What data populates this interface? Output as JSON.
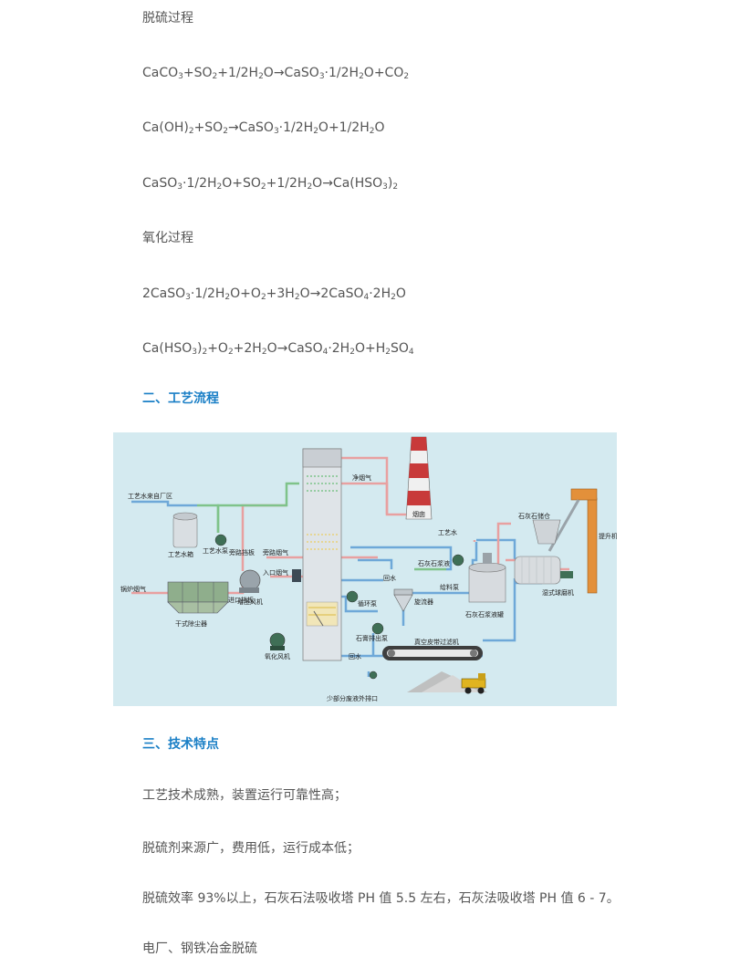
{
  "desulfurization": {
    "heading": "脱硫过程",
    "reactions": [
      [
        "CaCO",
        "3",
        "+SO",
        "2",
        "+1/2H",
        "2",
        "O→CaSO",
        "3",
        "·1/2H",
        "2",
        "O+CO",
        "2"
      ],
      [
        "Ca(OH)",
        "2",
        "+SO",
        "2",
        "→CaSO",
        "3",
        "·1/2H",
        "2",
        "O+1/2H",
        "2",
        "O"
      ],
      [
        "CaSO",
        "3",
        "·1/2H",
        "2",
        "O+SO",
        "2",
        "+1/2H",
        "2",
        "O→Ca(HSO",
        "3",
        ")",
        "2"
      ]
    ]
  },
  "oxidation": {
    "heading": "氧化过程",
    "reactions": [
      [
        "2CaSO",
        "3",
        "·1/2H",
        "2",
        "O+O",
        "2",
        "+3H",
        "2",
        "O→2CaSO",
        "4",
        "·2H",
        "2",
        "O"
      ],
      [
        "Ca(HSO",
        "3",
        ")",
        "2",
        "+O",
        "2",
        "+2H",
        "2",
        "O→CaSO",
        "4",
        "·2H",
        "2",
        "O+H",
        "2",
        "SO",
        "4"
      ]
    ]
  },
  "section2": {
    "title": "二、工艺流程"
  },
  "diagram": {
    "labels": {
      "clean_flue_gas": "净烟气",
      "chimney": "烟囱",
      "process_water_source": "工艺水来自厂区",
      "process_water_tank": "工艺水箱",
      "process_water_pump": "工艺水泵",
      "bypass_baffle": "旁路挡板",
      "bypass_flue": "旁路烟气",
      "inlet_flue": "入口烟气",
      "boiler_flue": "锅炉烟气",
      "inlet_baffle": "进口挡板",
      "booster_fan": "增压风机",
      "dry_dust_collector": "干式除尘器",
      "oxidation_fan": "氧化风机",
      "circulation_pump": "循环泵",
      "gypsum_pump": "石膏排出泵",
      "hydrocyclone": "旋流器",
      "return_water_1": "回水",
      "return_water_2": "回水",
      "vacuum_belt_filter": "真空皮带过滤机",
      "partial_waste": "少部分废液外排口",
      "limestone_slurry": "石灰石浆液",
      "feed_pump": "给料泵",
      "slurry_tank": "石灰石浆液罐",
      "process_water_2": "工艺水",
      "limestone_silo": "石灰石储仓",
      "elevator": "提升机",
      "wet_ball_mill": "湿式球磨机"
    }
  },
  "section3": {
    "title": "三、技术特点"
  },
  "features": [
    "工艺技术成熟，装置运行可靠性高；",
    "脱硫剂来源广，费用低，运行成本低；",
    "脱硫效率 93%以上，石灰石法吸收塔 PH 值 5.5 左右，石灰法吸收塔 PH 值 6 - 7。",
    "电厂、钢铁冶金脱硫"
  ]
}
